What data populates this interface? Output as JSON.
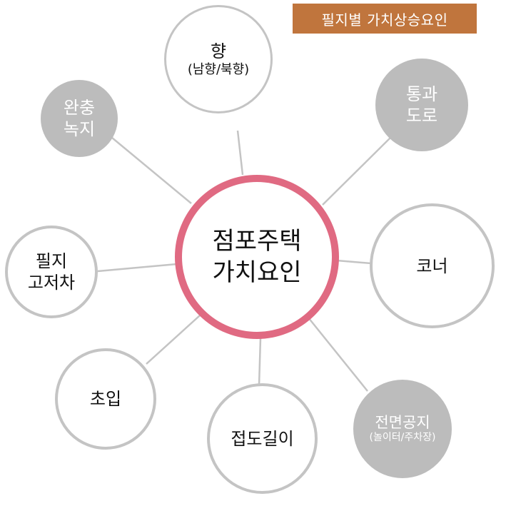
{
  "header": {
    "title": "필지별 가치상승요인"
  },
  "center": {
    "line1": "점포주택",
    "line2": "가치요인"
  },
  "nodes": {
    "direction": {
      "line1": "향",
      "line2": "(남향/북향)"
    },
    "thru_road": {
      "line1": "통과",
      "line2": "도로"
    },
    "corner": {
      "line1": "코너"
    },
    "front_space": {
      "line1": "전면공지",
      "line2": "(놀이터/주차장)"
    },
    "road_length": {
      "line1": "접도길이"
    },
    "entrance": {
      "line1": "초입"
    },
    "elevation": {
      "line1": "필지",
      "line2": "고저차"
    },
    "buffer": {
      "line1": "완충",
      "line2": "녹지"
    }
  },
  "colors": {
    "badge_bg": "#c0753d",
    "center_ring": "#e06a82",
    "outline_ring": "#c4c4c4",
    "filled_node": "#bcbcbc",
    "connector": "#c4c4c4"
  }
}
